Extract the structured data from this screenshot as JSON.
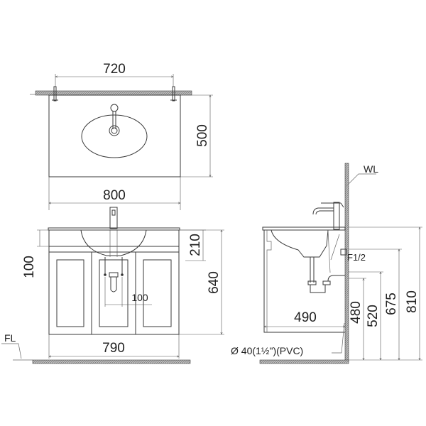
{
  "drawing": {
    "type": "technical-dimension-drawing",
    "subject": "wall-hung vanity cabinet with countertop basin",
    "colors": {
      "line": "#3a3a3a",
      "hatch": "#9a9a9a",
      "background": "#ffffff"
    }
  },
  "top_view": {
    "mount_spacing": "720",
    "depth": "500",
    "width": "800"
  },
  "front_view": {
    "basin_depth": "100",
    "counter_drop": "210",
    "cabinet_height": "640",
    "trap_offset": "100",
    "cabinet_width": "790",
    "floor_label": "FL"
  },
  "side_view": {
    "wall_label": "WL",
    "supply_thread": "F1/2",
    "cabinet_depth": "490",
    "drain_pipe": "Ø 40(1½\")(PVC)",
    "dims": {
      "drain_height": "480",
      "supply_height": "520",
      "cabinet_bottom_height": "675",
      "counter_height": "810"
    }
  }
}
